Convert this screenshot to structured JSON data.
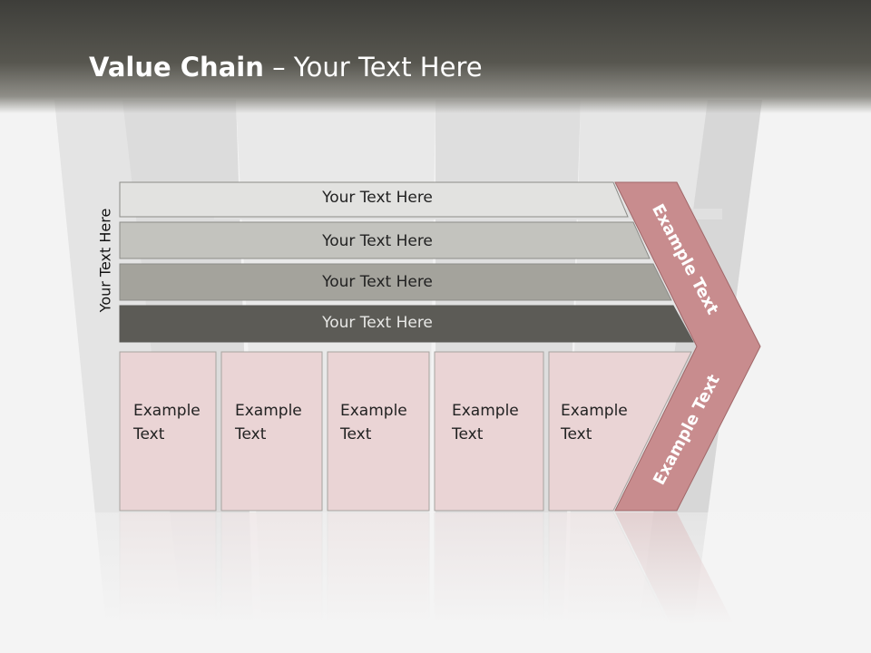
{
  "title": {
    "bold": "Value Chain",
    "rest": " – Your Text Here"
  },
  "side_label": "Your Text Here",
  "bars": [
    {
      "label": "Your Text Here",
      "fill": "#e2e2e0"
    },
    {
      "label": "Your Text Here",
      "fill": "#c3c3be"
    },
    {
      "label": "Your Text Here",
      "fill": "#a4a39c"
    },
    {
      "label": "Your Text Here",
      "fill": "#5c5b56"
    }
  ],
  "cells": [
    {
      "line1": "Example",
      "line2": "Text"
    },
    {
      "line1": "Example",
      "line2": "Text"
    },
    {
      "line1": "Example",
      "line2": "Text"
    },
    {
      "line1": "Example",
      "line2": "Text"
    },
    {
      "line1": "Example",
      "line2": "Text"
    }
  ],
  "arrow": {
    "upper": "Example Text",
    "lower": "Example Text",
    "fill": "#c88c8e"
  },
  "colors": {
    "cell_fill": "#ead4d5",
    "cell_border": "#a7a3a0"
  }
}
